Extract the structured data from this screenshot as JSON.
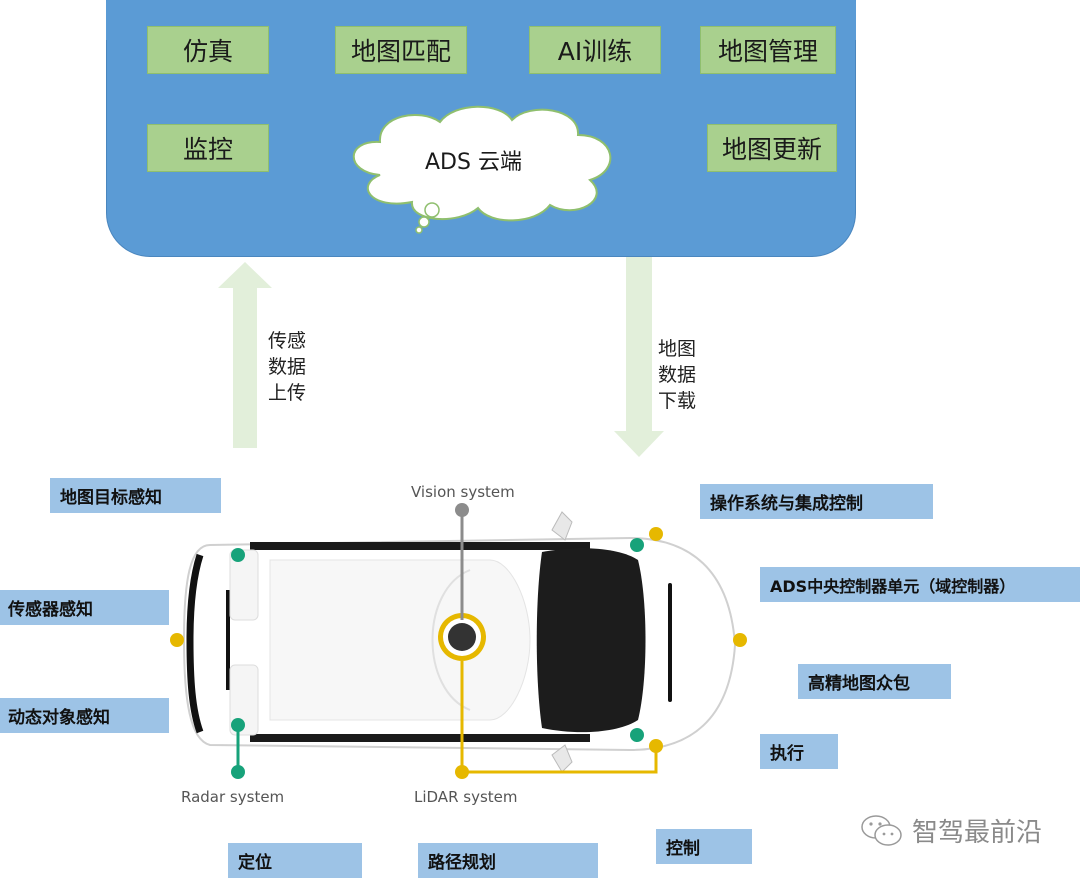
{
  "cloud": {
    "title": "ADS 云端",
    "services": [
      {
        "label": "仿真"
      },
      {
        "label": "地图匹配"
      },
      {
        "label": "AI训练"
      },
      {
        "label": "地图管理"
      },
      {
        "label": "监控"
      },
      {
        "label": "地图更新"
      }
    ],
    "panel_color": "#5b9bd5",
    "box_color": "#a9d08e"
  },
  "arrows": {
    "upload": {
      "label_lines": [
        "传感",
        "数据",
        "上传"
      ],
      "direction": "up"
    },
    "download": {
      "label_lines": [
        "地图",
        "数据",
        "下载"
      ],
      "direction": "down"
    },
    "color": "#e2efda"
  },
  "vehicle": {
    "captions": {
      "vision": "Vision system",
      "radar": "Radar system",
      "lidar": "LiDAR system"
    },
    "colors": {
      "radar": "#17a27a",
      "lidar": "#e6b800",
      "vision": "#8c8c8c"
    }
  },
  "functions": {
    "box_color": "#9dc3e6",
    "items": [
      {
        "label": "地图目标感知"
      },
      {
        "label": "传感器感知"
      },
      {
        "label": "动态对象感知"
      },
      {
        "label": "操作系统与集成控制"
      },
      {
        "label": "ADS中央控制器单元（域控制器）"
      },
      {
        "label": "高精地图众包"
      },
      {
        "label": "执行"
      },
      {
        "label": "定位"
      },
      {
        "label": "路径规划"
      },
      {
        "label": "控制"
      }
    ]
  },
  "watermark": {
    "text": "智驾最前沿",
    "icon": "wechat-icon"
  }
}
